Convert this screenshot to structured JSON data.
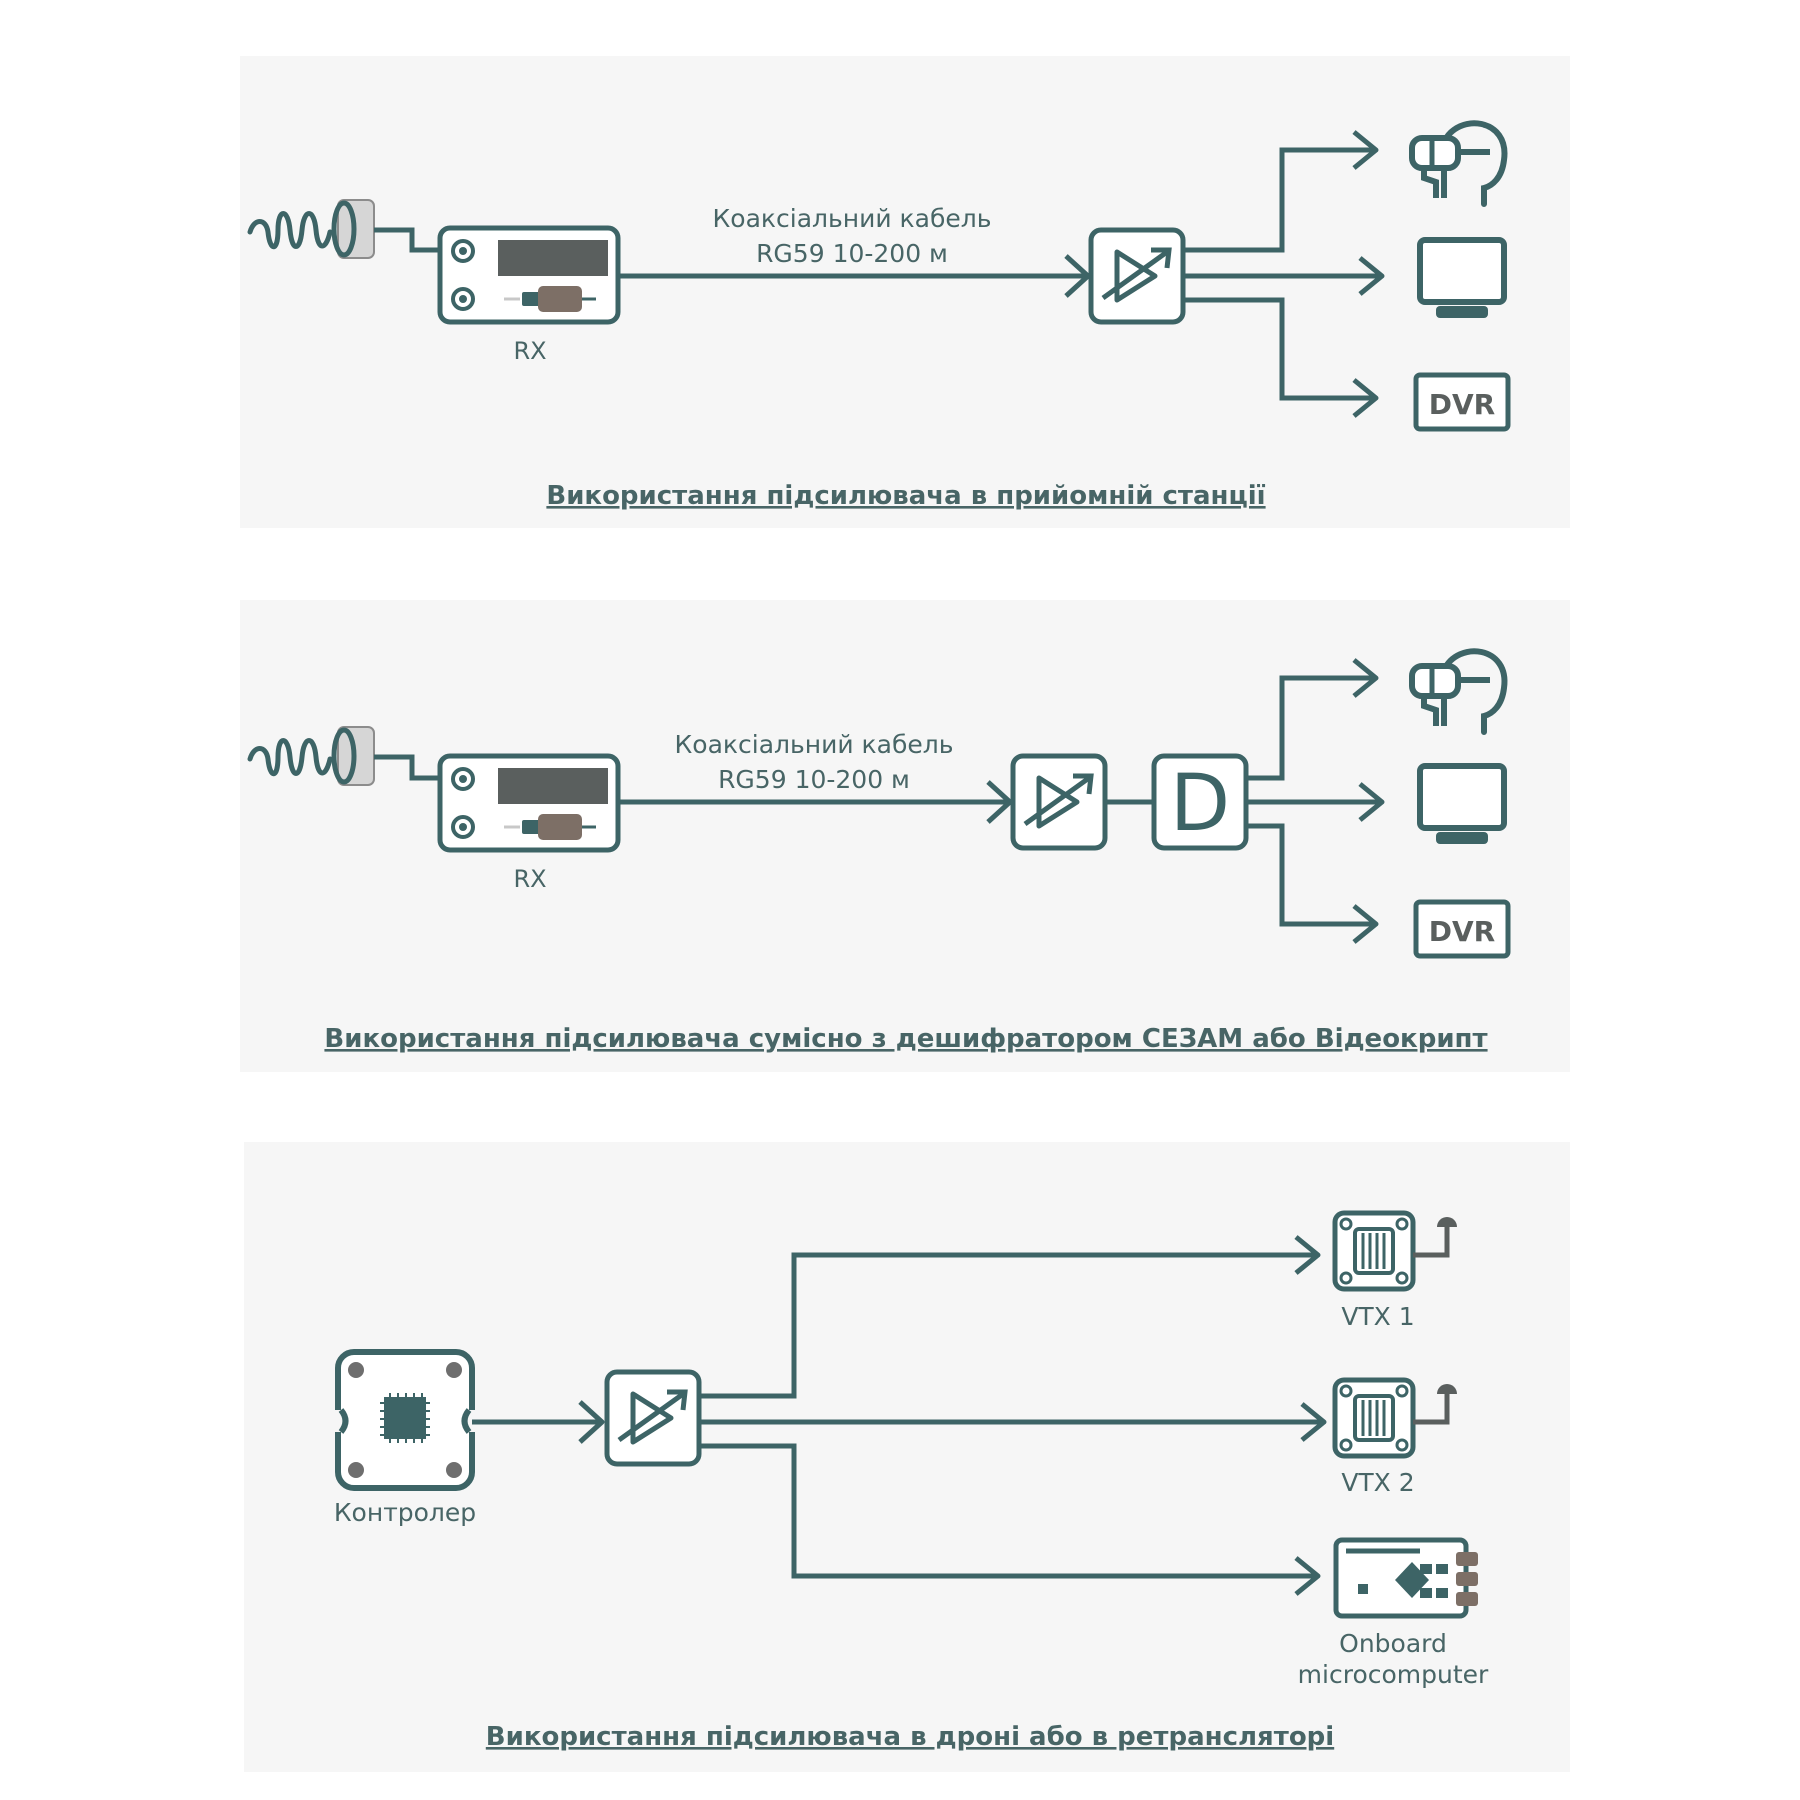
{
  "colors": {
    "panel_bg": "#f6f6f6",
    "line": "#3d6466",
    "device_fill": "#5a5f5e",
    "text": "#486566",
    "antenna_fill": "#d6d6d6"
  },
  "panel1": {
    "cable_line1": "Коаксіальний кабель",
    "cable_line2": "RG59 10-200 м",
    "rx_label": "RX",
    "dvr_label": "DVR",
    "caption": "Використання підсилювача в прийомній станції"
  },
  "panel2": {
    "cable_line1": "Коаксіальний кабель",
    "cable_line2": "RG59 10-200 м",
    "rx_label": "RX",
    "decoder_label": "D",
    "dvr_label": "DVR",
    "caption": "Використання підсилювача сумісно з дешифратором СЕЗАМ або Відеокрипт"
  },
  "panel3": {
    "controller_label": "Контролер",
    "vtx1_label": "VTX 1",
    "vtx2_label": "VTX 2",
    "micro_line1": "Onboard",
    "micro_line2": "microcomputer",
    "caption": "Використання підсилювача в дроні або в ретрансляторі"
  },
  "icons": [
    "antenna-coil-icon",
    "rx-receiver-icon",
    "amplifier-icon",
    "decoder-icon",
    "fpv-goggles-icon",
    "monitor-icon",
    "dvr-icon",
    "controller-board-icon",
    "vtx-icon",
    "microcomputer-icon"
  ]
}
